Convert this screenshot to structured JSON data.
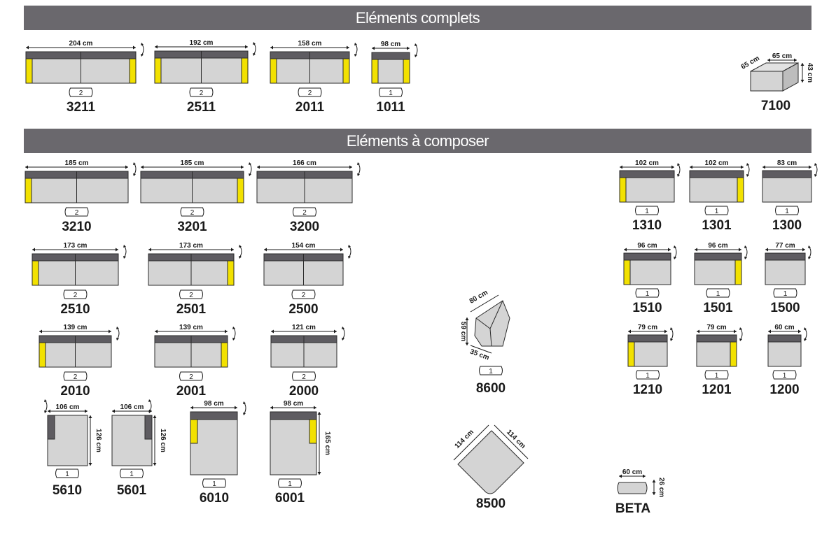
{
  "headers": {
    "complete": "Eléments complets",
    "compose": "Eléments à composer"
  },
  "colors": {
    "header_bg": "#6a686d",
    "seat": "#d4d4d4",
    "back": "#5e5c61",
    "arm": "#f2e100",
    "outline": "#2a2a2a"
  },
  "icons": [
    "seat-count-badge-icon",
    "height-arrow-icon",
    "width-arrow-icon",
    "rotate-arrow-icon"
  ],
  "complete_items": [
    {
      "code": "3211",
      "width": "204 cm",
      "seats": "2"
    },
    {
      "code": "2511",
      "width": "192 cm",
      "seats": "2"
    },
    {
      "code": "2011",
      "width": "158 cm",
      "seats": "2"
    },
    {
      "code": "1011",
      "width": "98 cm",
      "seats": "1"
    },
    {
      "code": "7100",
      "width": "65 cm",
      "depth": "65 cm",
      "height": "43 cm"
    }
  ],
  "compose_rows": [
    [
      {
        "code": "3210",
        "width": "185 cm",
        "seats": "2"
      },
      {
        "code": "3201",
        "width": "185 cm",
        "seats": "2"
      },
      {
        "code": "3200",
        "width": "166 cm",
        "seats": "2"
      }
    ],
    [
      {
        "code": "2510",
        "width": "173 cm",
        "seats": "2"
      },
      {
        "code": "2501",
        "width": "173 cm",
        "seats": "2"
      },
      {
        "code": "2500",
        "width": "154 cm",
        "seats": "2"
      }
    ],
    [
      {
        "code": "2010",
        "width": "139 cm",
        "seats": "2"
      },
      {
        "code": "2001",
        "width": "139 cm",
        "seats": "2"
      },
      {
        "code": "2000",
        "width": "121 cm",
        "seats": "2"
      }
    ]
  ],
  "chaise_items": [
    {
      "code": "5610",
      "width": "106 cm",
      "depth": "126 cm",
      "seats": "1"
    },
    {
      "code": "5601",
      "width": "106 cm",
      "depth": "126 cm",
      "seats": "1"
    },
    {
      "code": "6010",
      "width": "98 cm",
      "seats": "1"
    },
    {
      "code": "6001",
      "width": "98 cm",
      "depth": "165 cm",
      "seats": "1"
    }
  ],
  "recliner": {
    "code": "8600",
    "width": "80 cm",
    "height": "59 cm",
    "depth": "35 cm",
    "seats": "1"
  },
  "corner": {
    "code": "8500",
    "side_a": "114 cm",
    "side_b": "114 cm"
  },
  "right_rows": [
    [
      {
        "code": "1310",
        "width": "102 cm",
        "seats": "1"
      },
      {
        "code": "1301",
        "width": "102 cm",
        "seats": "1"
      },
      {
        "code": "1300",
        "width": "83 cm",
        "seats": "1"
      }
    ],
    [
      {
        "code": "1510",
        "width": "96 cm",
        "seats": "1"
      },
      {
        "code": "1501",
        "width": "96 cm",
        "seats": "1"
      },
      {
        "code": "1500",
        "width": "77 cm",
        "seats": "1"
      }
    ],
    [
      {
        "code": "1210",
        "width": "79 cm",
        "seats": "1"
      },
      {
        "code": "1201",
        "width": "79 cm",
        "seats": "1"
      },
      {
        "code": "1200",
        "width": "60 cm",
        "seats": "1"
      }
    ]
  ],
  "beta": {
    "code": "BETA",
    "width": "60 cm",
    "height": "26 cm"
  }
}
